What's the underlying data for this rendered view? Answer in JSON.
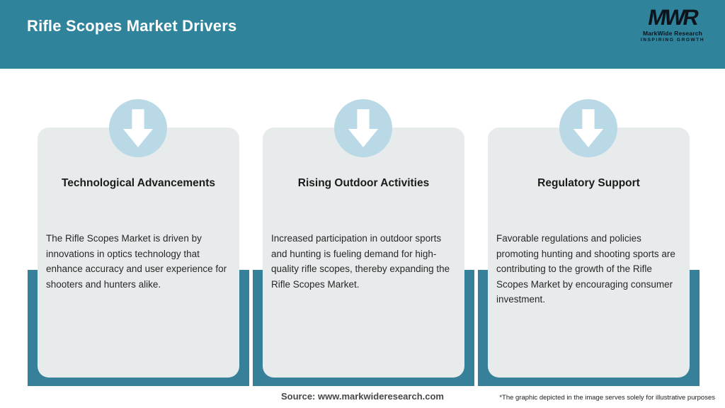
{
  "header": {
    "title": "Rifle Scopes Market Drivers",
    "logo": {
      "monogram": "MWR",
      "name": "MarkWide Research",
      "tagline": "INSPIRING GROWTH"
    }
  },
  "cards": [
    {
      "icon": "down-arrow-icon",
      "title": "Technological Advancements",
      "body": "The Rifle Scopes Market is driven by innovations in optics technology that enhance accuracy and user experience for shooters and hunters alike."
    },
    {
      "icon": "down-arrow-icon",
      "title": "Rising Outdoor Activities",
      "body": "Increased participation in outdoor sports and hunting is fueling demand for high-quality rifle scopes, thereby expanding the Rifle Scopes Market."
    },
    {
      "icon": "down-arrow-icon",
      "title": "Regulatory Support",
      "body": "Favorable regulations and policies promoting hunting and shooting sports are contributing to the growth of the Rifle Scopes Market by encouraging consumer investment."
    }
  ],
  "footer": {
    "source": "Source: www.markwideresearch.com",
    "disclaimer": "*The graphic depicted in the image serves solely for illustrative purposes"
  },
  "colors": {
    "header_teal": "#2F839B",
    "backing_teal": "#37809A",
    "card_gray": "#E8EBEC",
    "circle_blue": "#B9D9E6",
    "arrow_white": "#FFFFFF",
    "logo_dark": "#0E141C",
    "title_dark": "#1B1B1B",
    "body_dark": "#272727",
    "footer_gray": "#474747"
  }
}
